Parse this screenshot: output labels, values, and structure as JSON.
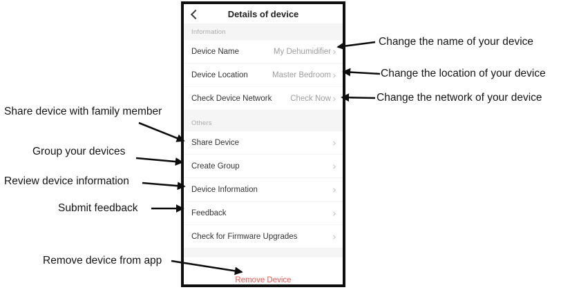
{
  "phone": {
    "header": {
      "title": "Details of device"
    },
    "icons": {
      "back": "‹",
      "chevron_right": "›"
    },
    "sections": [
      {
        "label": "Information",
        "rows": [
          {
            "label": "Device Name",
            "value": "My Dehumidifier"
          },
          {
            "label": "Device Location",
            "value": "Master Bedroom"
          },
          {
            "label": "Check Device Network",
            "value": "Check Now"
          }
        ]
      },
      {
        "label": "Others",
        "rows": [
          {
            "label": "Share Device"
          },
          {
            "label": "Create Group"
          },
          {
            "label": "Device Information"
          },
          {
            "label": "Feedback"
          },
          {
            "label": "Check for Firmware Upgrades"
          }
        ]
      }
    ],
    "remove_label": "Remove Device",
    "colors": {
      "remove_red": "#f4564f",
      "section_bg": "#f5f5f5",
      "value_gray": "#9e9e9e"
    }
  },
  "annotations": {
    "left": [
      {
        "text": "Share device with family member"
      },
      {
        "text": "Group your devices"
      },
      {
        "text": "Review device information"
      },
      {
        "text": "Submit feedback"
      },
      {
        "text": "Remove device from app"
      }
    ],
    "right": [
      {
        "text": "Change the name of your device"
      },
      {
        "text": "Change the location of your device"
      },
      {
        "text": "Change the network of your device"
      }
    ]
  }
}
